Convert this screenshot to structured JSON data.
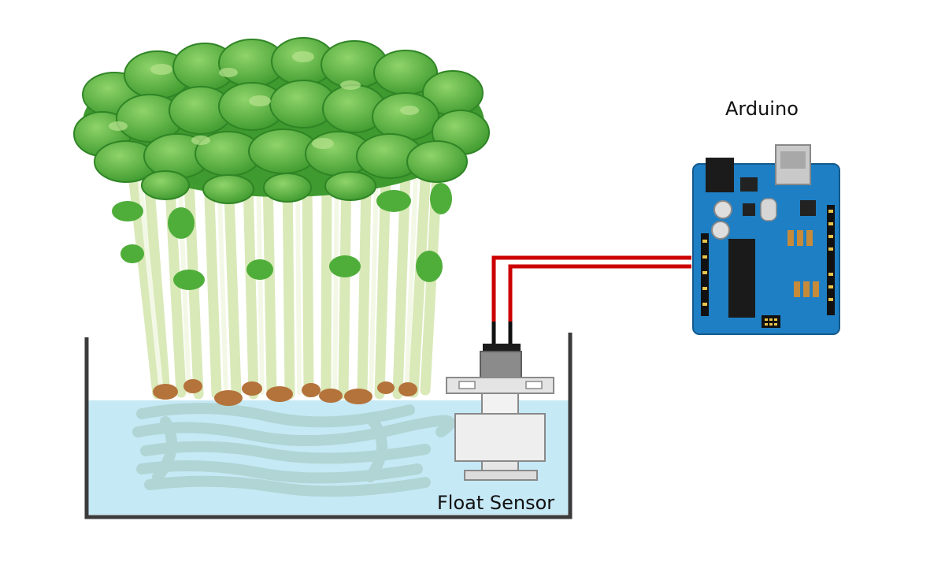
{
  "labels": {
    "arduino": "Arduino",
    "float_sensor": "Float Sensor"
  },
  "colors": {
    "water": "#c6e9f6",
    "container": "#3b3b3b",
    "wire": "#cc0000",
    "board": "#1e7fc4",
    "leaf": "#49a836",
    "stem": "#e7f1cf",
    "seed": "#b4733b"
  },
  "components": [
    {
      "name": "sprouts",
      "icon": "sprout-icon"
    },
    {
      "name": "water-container",
      "icon": "tray-icon"
    },
    {
      "name": "float-sensor",
      "icon": "float-switch-icon"
    },
    {
      "name": "arduino-board",
      "icon": "arduino-board-icon"
    }
  ]
}
